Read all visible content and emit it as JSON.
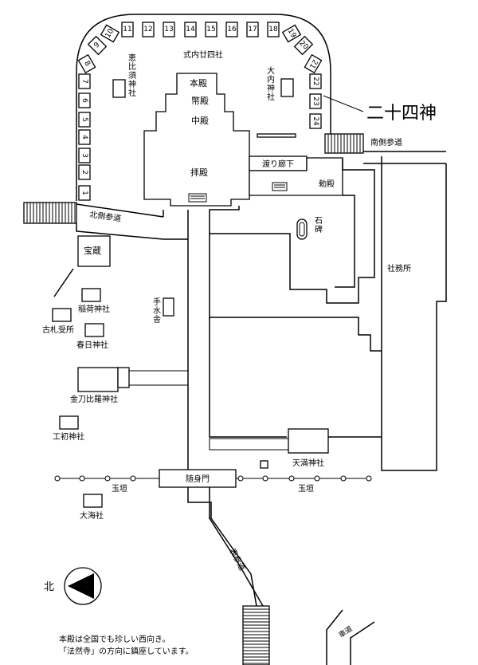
{
  "shrine_plan": {
    "honden": "本殿",
    "heiden": "幣殿",
    "chuden": "中殿",
    "haiden": "拝殿",
    "shikinai": "式内廿四社",
    "ebisu": "恵比須神社",
    "ouchi": "大内神社",
    "nijuyon": "二十四神",
    "minami_sando": "南側参道",
    "watari_roka": "渡り廊下",
    "chokuden": "勅殿",
    "kita_sando": "北側参道",
    "sekihi": "石碑",
    "hozo": "宝蔵",
    "inari": "稲荷神社",
    "furufuda": "古札受所",
    "kasuga": "春日神社",
    "temizuya": "手水舎",
    "shamusho": "社務所",
    "konpira": "金刀比羅神社",
    "kusaki": "工初神社",
    "amamichi": "天満神社",
    "zuishinmon": "随身門",
    "tamagaki_left": "玉垣",
    "tamagaki_right": "玉垣",
    "daikai": "大海社",
    "omote_sando": "表参道",
    "kuruma_michi": "車道",
    "north_label": "北",
    "note_line1": "本殿は全国でも珍しい西向き。",
    "note_line2": "「法然寺」の方向に鎮座しています。"
  },
  "shrine_numbers": [
    "1",
    "2",
    "3",
    "4",
    "5",
    "6",
    "7",
    "8",
    "9",
    "10",
    "11",
    "12",
    "13",
    "14",
    "15",
    "16",
    "17",
    "18",
    "19",
    "20",
    "21",
    "22",
    "23",
    "24"
  ]
}
